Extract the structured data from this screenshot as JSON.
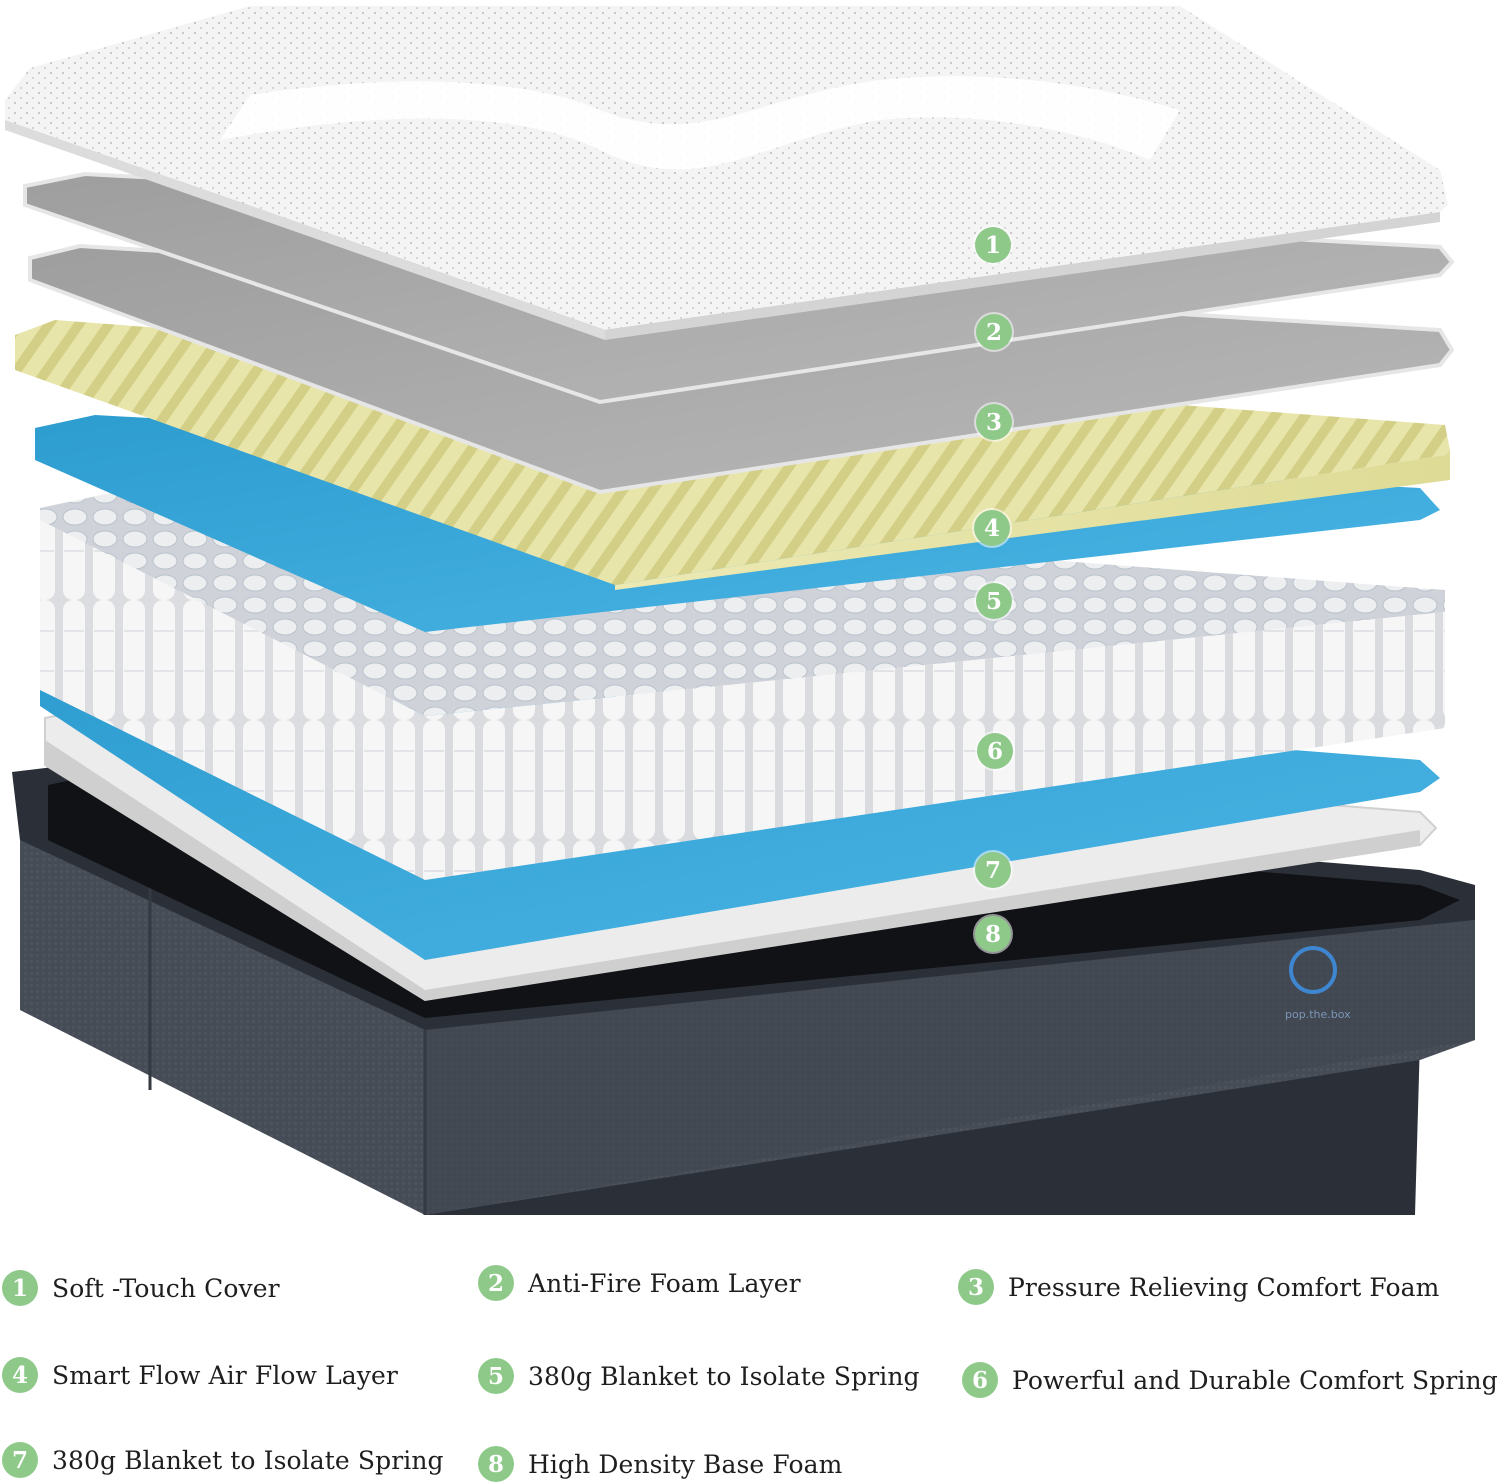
{
  "brand": {
    "logo_text": "pop.the.box",
    "logo_color": "#3f86d0"
  },
  "colors": {
    "marker": "#8ec98a",
    "cover": "#f3f3f3",
    "grey_foam": "#a9a9a9",
    "comfort_foam": "#e5e2a6",
    "blue_layer": "#3aa3d6",
    "springs": "#e9eaec",
    "base": "#40464f"
  },
  "markers": [
    "1",
    "2",
    "3",
    "4",
    "5",
    "6",
    "7",
    "8"
  ],
  "legend": [
    {
      "num": "1",
      "label": "Soft -Touch Cover"
    },
    {
      "num": "2",
      "label": "Anti-Fire Foam Layer"
    },
    {
      "num": "3",
      "label": "Pressure Relieving Comfort Foam"
    },
    {
      "num": "4",
      "label": "Smart Flow Air Flow Layer"
    },
    {
      "num": "5",
      "label": "380g Blanket to Isolate Spring"
    },
    {
      "num": "6",
      "label": "Powerful and Durable Comfort Spring"
    },
    {
      "num": "7",
      "label": "380g Blanket to Isolate Spring"
    },
    {
      "num": "8",
      "label": "High Density Base Foam"
    }
  ]
}
